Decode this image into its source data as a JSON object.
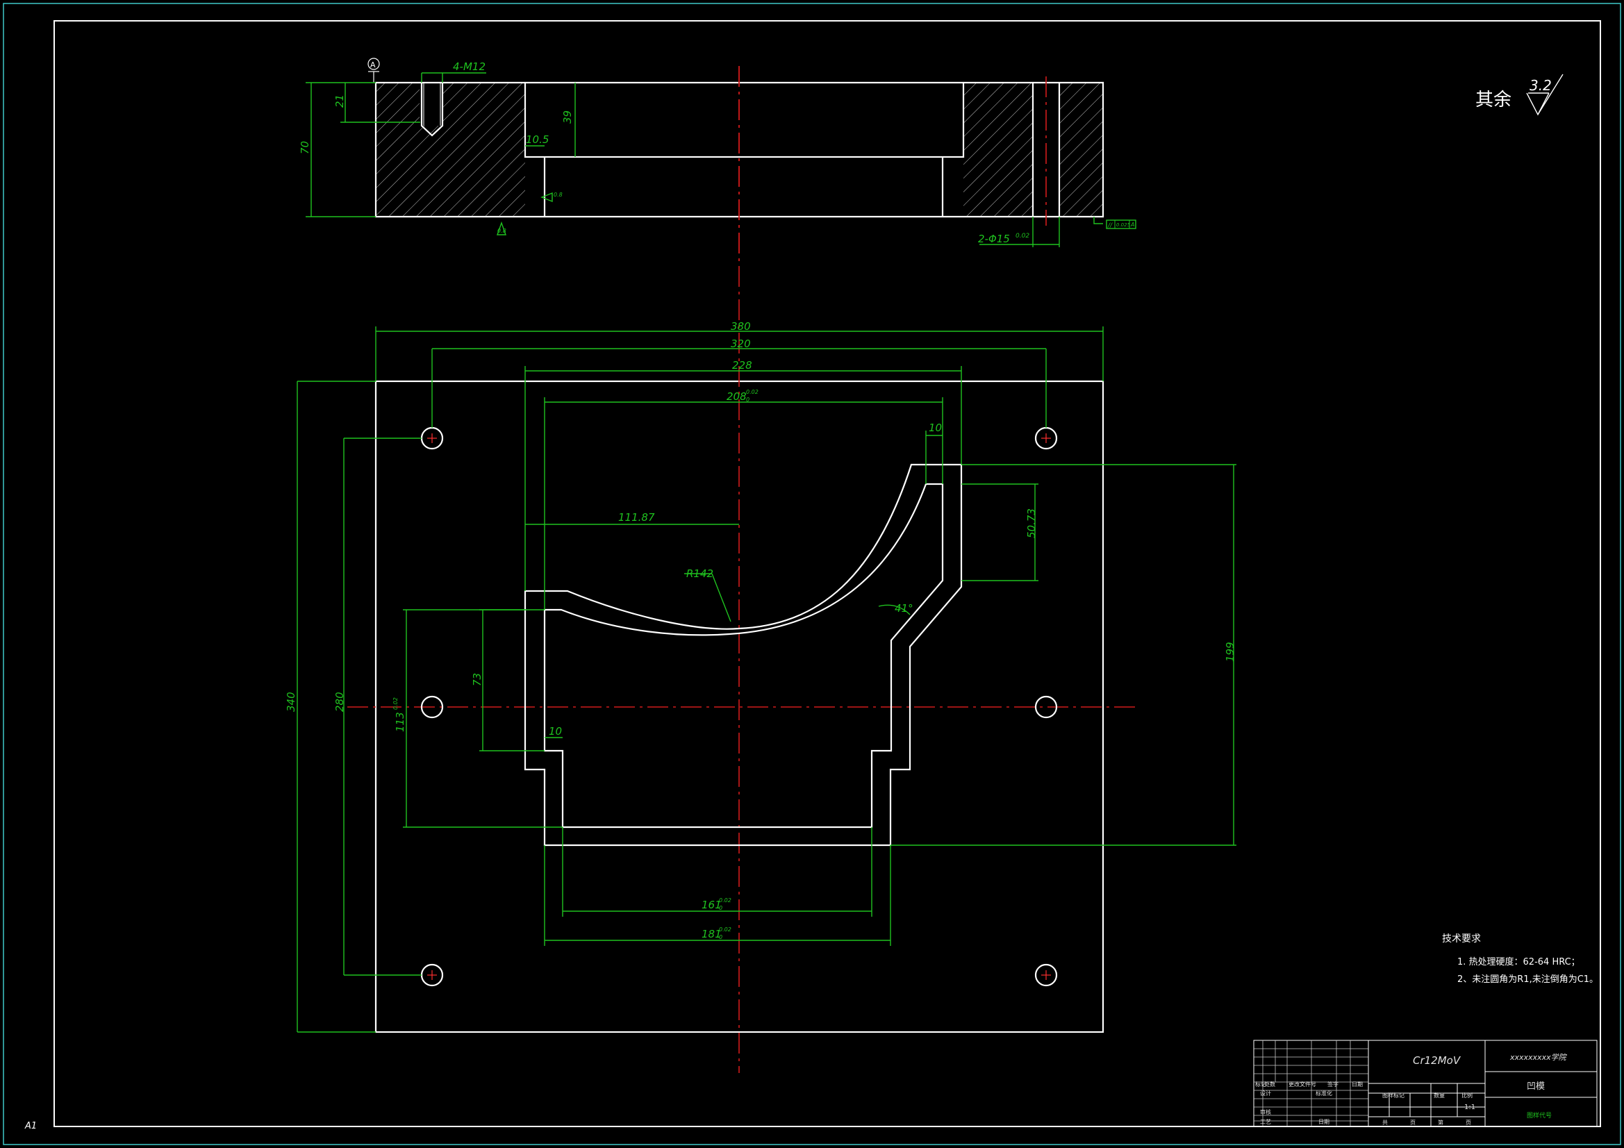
{
  "sheet": {
    "size_label": "A1"
  },
  "roughness": {
    "label": "其余",
    "value": "3.2"
  },
  "section_view": {
    "thread_label": "4-M12",
    "datum": "A",
    "dims": {
      "height": "70",
      "tap_depth": "21",
      "pocket_depth": "39",
      "ledge": "10.5",
      "pin_holes": "2-Φ15",
      "pin_tol": "0.02"
    },
    "finish_mark": "0.8",
    "tolerance_frame": {
      "symbol": "//",
      "value": "0.025",
      "datum": "A"
    }
  },
  "plan_view": {
    "dims": {
      "width": "380",
      "bolt_pitch_x": "320",
      "cavity_width": "228",
      "inner_width": "208",
      "height": "340",
      "bolt_pitch_y": "280",
      "cut_offset": "111.87",
      "radius": "R142",
      "top_slot": "10",
      "top_drop": "50.73",
      "angle": "41°",
      "total_depth": "199",
      "left_height": "73",
      "left_tol_dim": "113",
      "step": "10",
      "bottom_inner": "161",
      "bottom_outer": "181",
      "tol": "0.02",
      "tol_zero": "0"
    }
  },
  "tech_requirements": {
    "title": "技术要求",
    "items": [
      "1. 热处理硬度：62-64 HRC；",
      "2、未注圆角为R1,未注倒角为C1。"
    ]
  },
  "title_block": {
    "material": "Cr12MoV",
    "school": "xxxxxxxxx学院",
    "part_name": "凹模",
    "drawing_no": "图样代号",
    "scale": "1:1",
    "rev_headers": [
      "标记",
      "处数",
      "更改文件号",
      "签字",
      "日期"
    ],
    "role_labels": [
      "设计",
      "标准化",
      "审核",
      "工艺",
      "日期"
    ],
    "stage_headers": [
      "图样标记",
      "数量",
      "比例"
    ],
    "sheet_labels": [
      "共",
      "页",
      "第",
      "页"
    ]
  }
}
